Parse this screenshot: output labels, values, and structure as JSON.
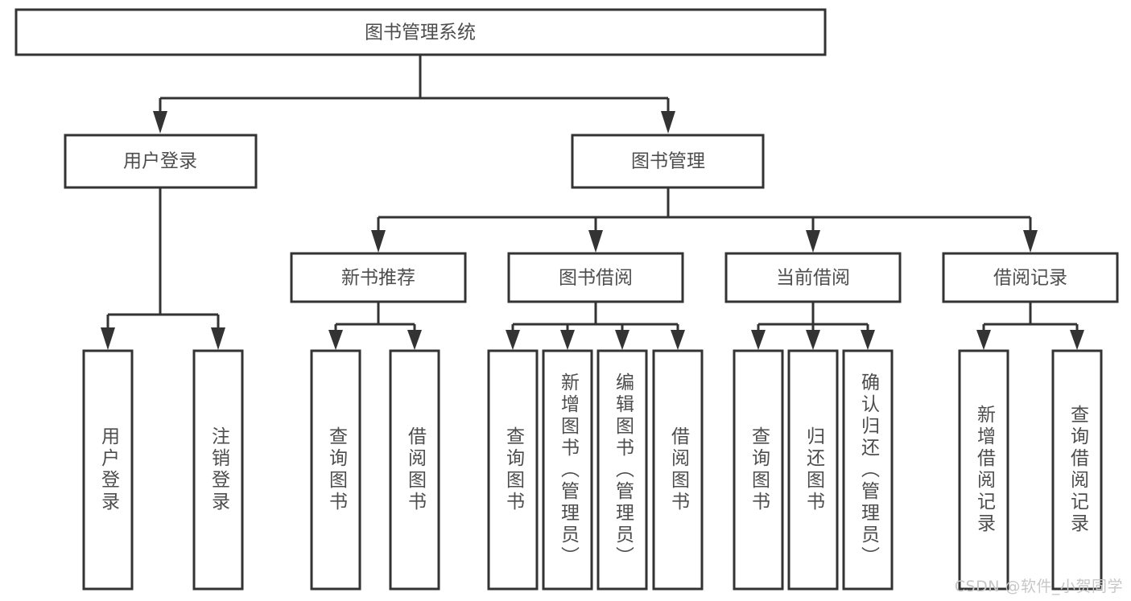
{
  "diagram": {
    "type": "tree",
    "title_node": {
      "id": "root",
      "label": "图书管理系统"
    },
    "level2": [
      {
        "id": "user-login",
        "label": "用户登录"
      },
      {
        "id": "book-manage",
        "label": "图书管理"
      }
    ],
    "level3": [
      {
        "id": "new-book-rec",
        "label": "新书推荐",
        "parent": "book-manage"
      },
      {
        "id": "book-borrow",
        "label": "图书借阅",
        "parent": "book-manage"
      },
      {
        "id": "current-borrow",
        "label": "当前借阅",
        "parent": "book-manage"
      },
      {
        "id": "borrow-record",
        "label": "借阅记录",
        "parent": "book-manage"
      }
    ],
    "leaves": [
      {
        "id": "leaf-user-login",
        "label": "用户登录",
        "parent": "user-login"
      },
      {
        "id": "leaf-logout-login",
        "label": "注销登录",
        "parent": "user-login"
      },
      {
        "id": "leaf-query-book-1",
        "label": "查询图书",
        "parent": "new-book-rec"
      },
      {
        "id": "leaf-borrow-book-1",
        "label": "借阅图书",
        "parent": "new-book-rec"
      },
      {
        "id": "leaf-query-book-2",
        "label": "查询图书",
        "parent": "book-borrow"
      },
      {
        "id": "leaf-add-book",
        "label": "新增图书（管理员）",
        "parent": "book-borrow"
      },
      {
        "id": "leaf-edit-book",
        "label": "编辑图书（管理员）",
        "parent": "book-borrow"
      },
      {
        "id": "leaf-borrow-book-2",
        "label": "借阅图书",
        "parent": "book-borrow"
      },
      {
        "id": "leaf-query-book-3",
        "label": "查询图书",
        "parent": "current-borrow"
      },
      {
        "id": "leaf-return-book",
        "label": "归还图书",
        "parent": "current-borrow"
      },
      {
        "id": "leaf-confirm-return",
        "label": "确认归还（管理员）",
        "parent": "current-borrow"
      },
      {
        "id": "leaf-add-record",
        "label": "新增借阅记录",
        "parent": "borrow-record"
      },
      {
        "id": "leaf-query-record",
        "label": "查询借阅记录",
        "parent": "borrow-record"
      }
    ],
    "colors": {
      "box_stroke": "#333333",
      "box_fill": "#ffffff",
      "label_text": "#4d4d4d",
      "connector": "#333333",
      "watermark": "#c7c7c7",
      "background": "#ffffff"
    }
  },
  "watermark": {
    "text": "CSDN @软件_小贺同学"
  }
}
